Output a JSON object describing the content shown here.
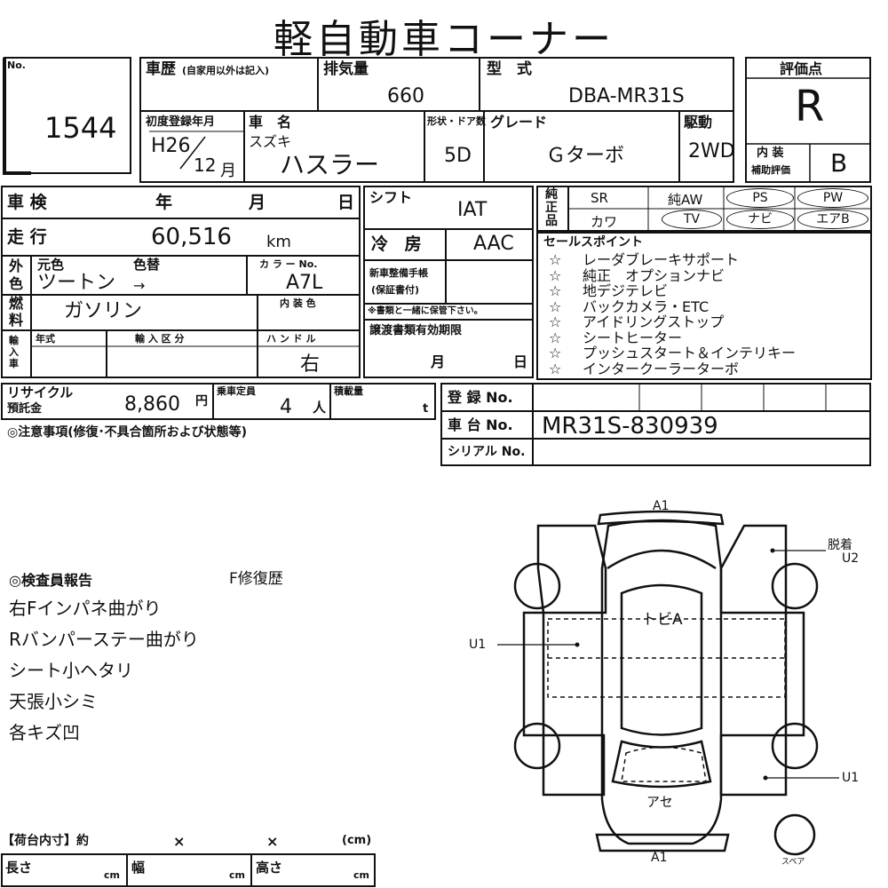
{
  "header": {
    "title": "軽自動車コーナー"
  },
  "lot": {
    "no_label": "No.",
    "number": "1544"
  },
  "history": {
    "label": "車歴",
    "label_note": "(自家用以外は記入)",
    "value": ""
  },
  "displacement": {
    "label": "排気量",
    "value": "660"
  },
  "model": {
    "label": "型　式",
    "value": "DBA-MR31S"
  },
  "score": {
    "label": "評価点",
    "value": "R",
    "interior_label_1": "内 装",
    "interior_label_2": "補助評価",
    "interior_value": "B"
  },
  "first_reg": {
    "label": "初度登録年月",
    "era_year": "H26",
    "month": "12",
    "month_unit": "月"
  },
  "car_name": {
    "label": "車　名",
    "maker": "スズキ",
    "name": "ハスラー"
  },
  "body": {
    "label": "形状・ドア数",
    "value": "5D"
  },
  "grade": {
    "label": "グレード",
    "value": "Ｇターボ"
  },
  "drive": {
    "label": "駆動",
    "value": "2WD"
  },
  "inspection": {
    "label": "車 検",
    "year": "年",
    "month": "月",
    "day": "日"
  },
  "mileage": {
    "label": "走 行",
    "value": "60,516",
    "unit": "km"
  },
  "color": {
    "label_a": "外",
    "label_b": "色",
    "orig_label": "元色",
    "change_label": "色替",
    "orig_value": "ツートン",
    "arrow": "→",
    "code_label": "カ ラ ー No.",
    "code_value": "A7L",
    "interior_label": "内 装 色"
  },
  "fuel": {
    "label_a": "燃",
    "label_b": "料",
    "value": "ガソリン"
  },
  "import": {
    "label": "輸入車",
    "year_label": "年式",
    "type_label": "輸 入 区 分",
    "handle_label": "ハ ン ド ル",
    "handle_value": "右"
  },
  "shift": {
    "label": "シフト",
    "value": "IAT"
  },
  "ac": {
    "label": "冷 房",
    "value": "AAC"
  },
  "manual": {
    "label_1": "新車整備手帳",
    "label_2": "(保証書付)",
    "note": "※書類と一緒に保管下さい。"
  },
  "transfer": {
    "label": "譲渡書類有効期限",
    "month": "月",
    "day": "日"
  },
  "equipment": {
    "label": "純正品",
    "row1": [
      "SR",
      "純AW",
      "PS",
      "PW"
    ],
    "row2": [
      "カワ",
      "TV",
      "ナビ",
      "エアB"
    ]
  },
  "sales_points": {
    "label": "セールスポイント",
    "bullet": "☆",
    "items": [
      "レーダブレーキサポート",
      "純正　オプションナビ",
      "地デジテレビ",
      "バックカメラ・ETC",
      "アイドリングストップ",
      "シートヒーター",
      "プッシュスタート＆インテリキー",
      "インタークーラーターボ"
    ]
  },
  "recycle": {
    "label_1": "リサイクル",
    "label_2": "預託金",
    "value": "8,860",
    "unit": "円"
  },
  "capacity": {
    "label": "乗車定員",
    "value": "4",
    "unit": "人"
  },
  "load": {
    "label": "積載量",
    "unit": "t"
  },
  "registration": {
    "label": "登 録 No.",
    "chassis_label": "車 台 No.",
    "chassis_value": "MR31S-830939",
    "serial_label": "シリアル No."
  },
  "caution": {
    "label": "◎注意事項(修復･不具合箇所および状態等)"
  },
  "inspector": {
    "label": "◎検査員報告",
    "repair_flag": "F修復歴",
    "notes": [
      "右Fインパネ曲がり",
      "Rバンパーステー曲がり",
      "シート小ヘタリ",
      "天張小シミ",
      "各キズ凹"
    ]
  },
  "diagram": {
    "front_label": "A1",
    "rear_label": "A1",
    "roof_label": "トビA",
    "seat_label": "アセ",
    "left_label": "U1",
    "right_rear_label": "U1",
    "detach_label_1": "脱着",
    "detach_label_2": "U2",
    "spare_label": "スペア"
  },
  "cargo": {
    "title": "【荷台内寸】約",
    "x1": "×",
    "x2": "×",
    "unit_cm": "(cm)",
    "length": "長さ",
    "width": "幅",
    "height": "高さ",
    "cm": "cm"
  }
}
